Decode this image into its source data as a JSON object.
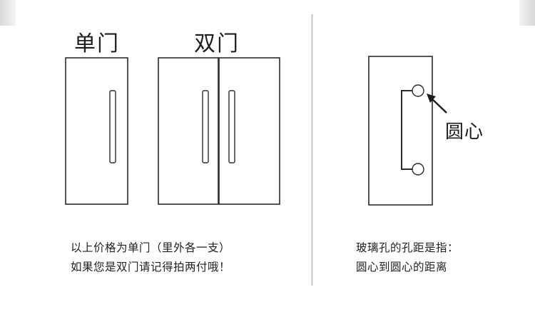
{
  "labels": {
    "single_door": "单门",
    "double_door": "双门",
    "center": "圆心"
  },
  "captions": {
    "left_line1": "以上价格为单门（里外各一支）",
    "left_line2": "如果您是双门请记得拍两付哦！",
    "right_line1": "玻璃孔的孔距是指：",
    "right_line2": "圆心到圆心的距离"
  },
  "icons": {
    "pointer": "arrow-pointer-icon"
  },
  "colors": {
    "line": "#2b2b2b",
    "divider": "#bdbdbd",
    "text": "#222222"
  }
}
